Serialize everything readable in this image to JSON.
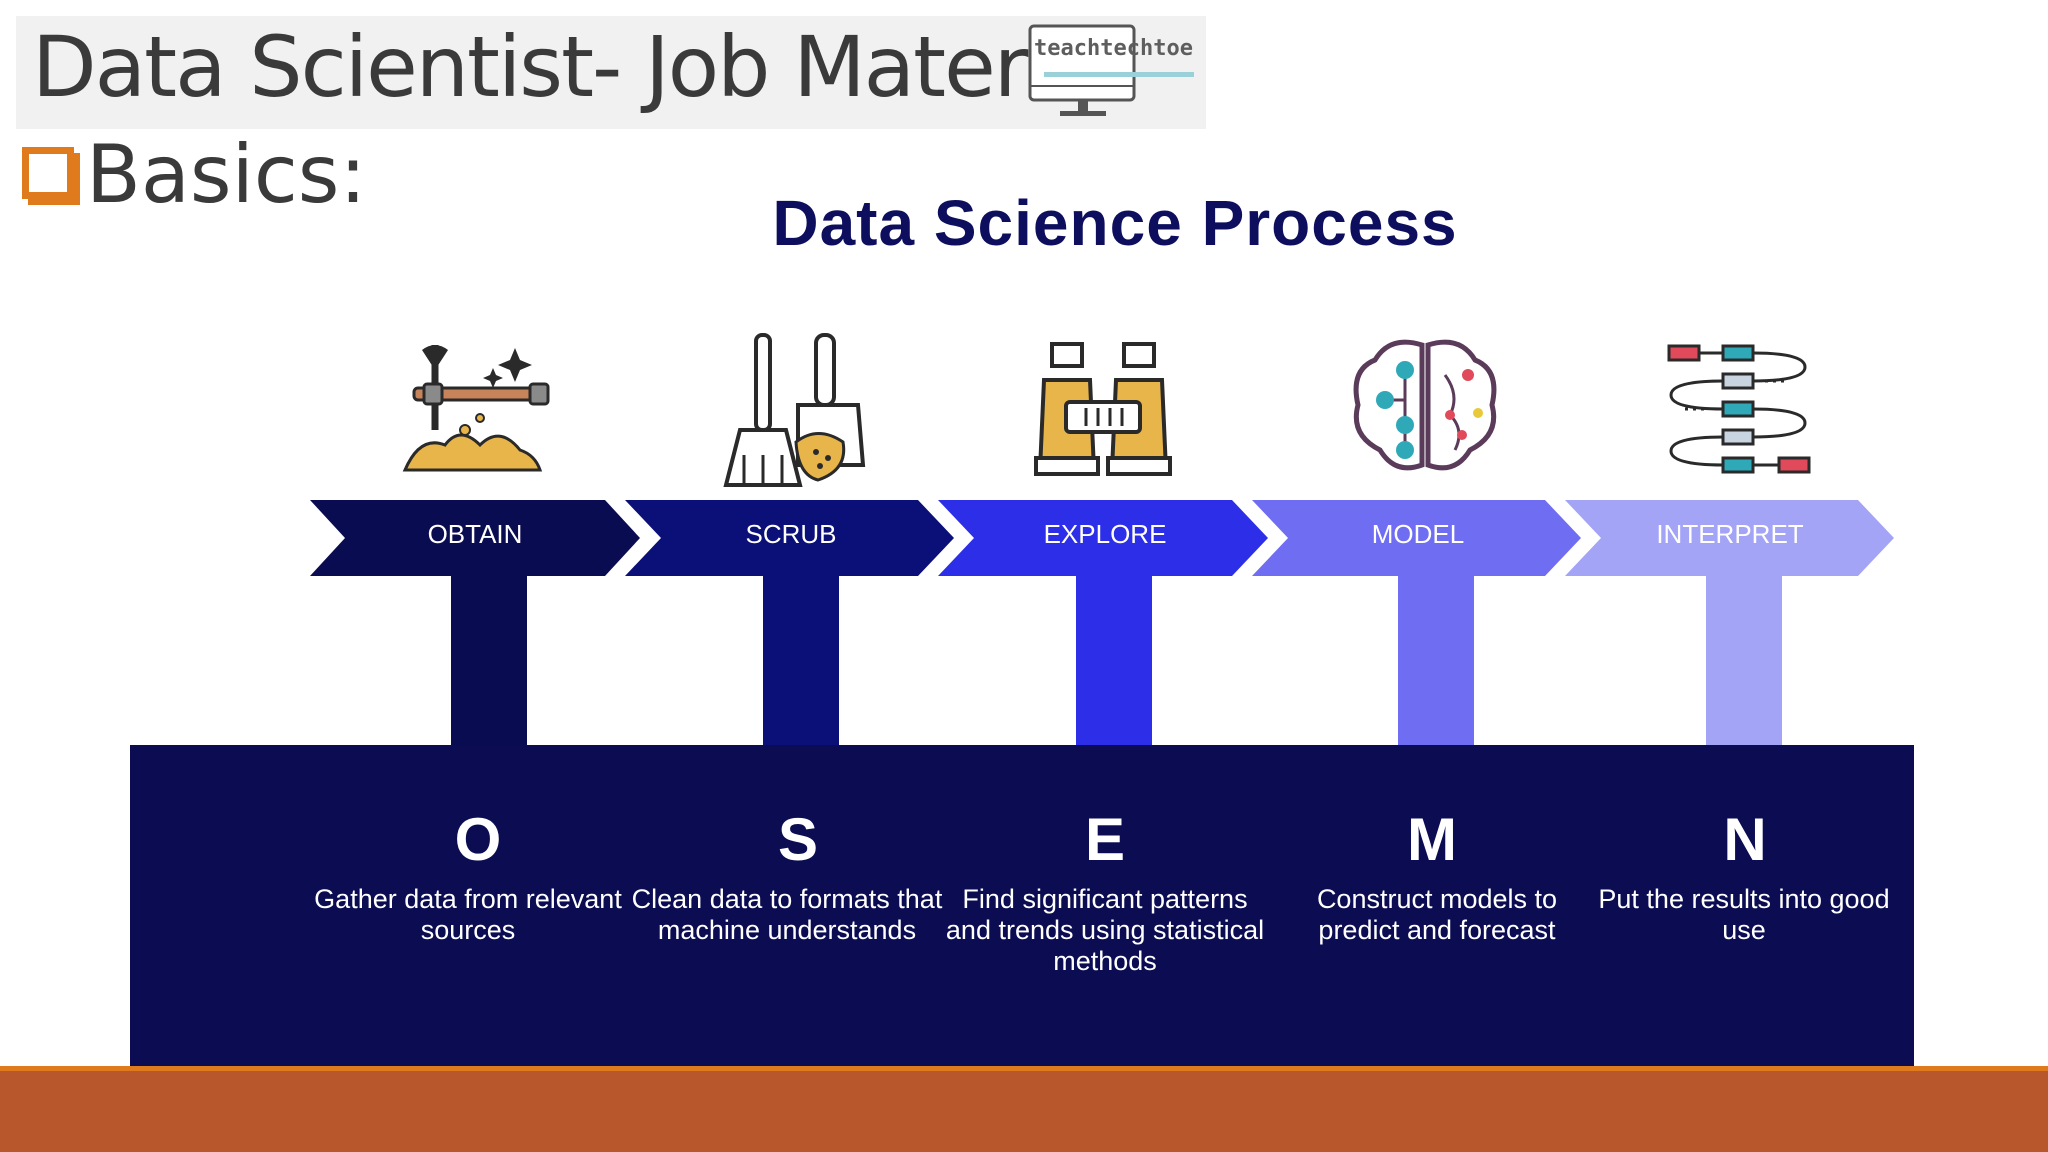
{
  "slide": {
    "title": "Data Scientist- Job Material",
    "logo_text": "teachtechtoe",
    "bullet": "Basics:"
  },
  "diagram": {
    "title": "Data Science Process",
    "stages": [
      {
        "label": "OBTAIN",
        "letter": "O",
        "description": "Gather data from relevant sources",
        "icon": "pickaxe-icon",
        "color": "#0a0c52"
      },
      {
        "label": "SCRUB",
        "letter": "S",
        "description": "Clean data to formats that machine understands",
        "icon": "broom-dustpan-icon",
        "color": "#0a1078"
      },
      {
        "label": "EXPLORE",
        "letter": "E",
        "description": "Find significant patterns and trends using statistical methods",
        "icon": "binoculars-icon",
        "color": "#2d2ee8"
      },
      {
        "label": "MODEL",
        "letter": "M",
        "description": "Construct models to predict and forecast",
        "icon": "brain-icon",
        "color": "#6f6ef3"
      },
      {
        "label": "INTERPRET",
        "letter": "N",
        "description": "Put the results into good use",
        "icon": "flowchart-icon",
        "color": "#a3a4f5"
      }
    ]
  },
  "colors": {
    "panel": "#0b0c52",
    "accent": "#e07b1d",
    "footer": "#b8562c"
  }
}
